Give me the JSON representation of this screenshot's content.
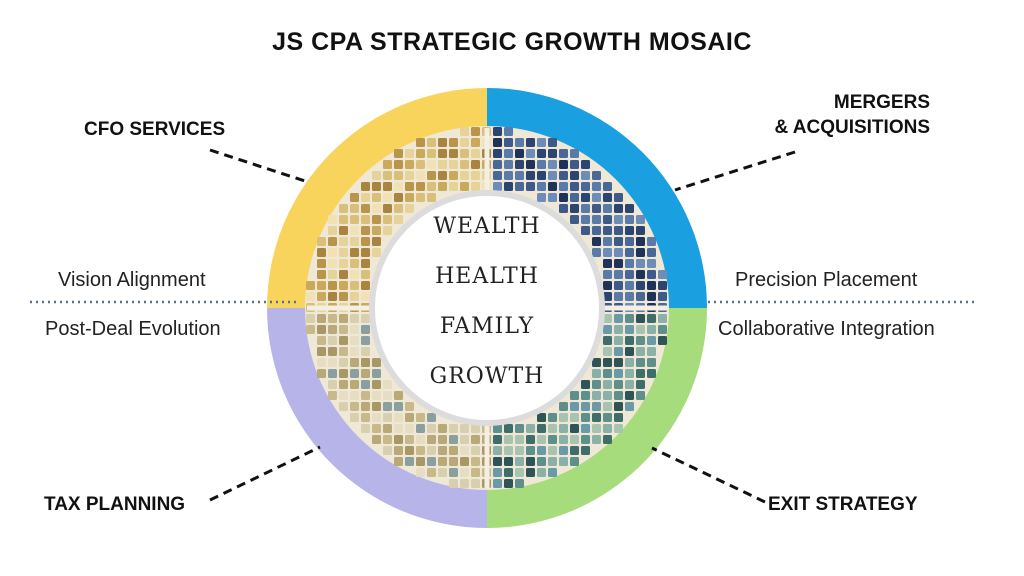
{
  "title": "JS CPA STRATEGIC GROWTH MOSAIC",
  "segments": {
    "cfo": {
      "label": "CFO SERVICES",
      "color": "#F9D45C"
    },
    "ma": {
      "label": "MERGERS\n& ACQUISITIONS",
      "color": "#1A9FE0"
    },
    "tax": {
      "label": "TAX PLANNING",
      "color": "#B7B4EA"
    },
    "exit": {
      "label": "EXIT STRATEGY",
      "color": "#A6DC7C"
    }
  },
  "sublabels": {
    "vision": "Vision Alignment",
    "post_deal": "Post-Deal Evolution",
    "precision": "Precision Placement",
    "collab": "Collaborative Integration"
  },
  "center_words": [
    "WEALTH",
    "HEALTH",
    "FAMILY",
    "GROWTH"
  ],
  "mosaic_palettes": {
    "tl": [
      "#d9c07a",
      "#c9a95a",
      "#e6d39a",
      "#b8954a",
      "#f0e2b5",
      "#a88440"
    ],
    "tr": [
      "#3e5a8a",
      "#2c4470",
      "#5a7aa8",
      "#1f3358",
      "#6d8cb8",
      "#4a6896"
    ],
    "bl": [
      "#d8cfae",
      "#c8b98a",
      "#b9a878",
      "#e6ddc2",
      "#a89866",
      "#8aa0a0"
    ],
    "br": [
      "#5e8f8a",
      "#3f6e6a",
      "#8ab0a8",
      "#2f5458",
      "#a8c4b0",
      "#6a9aa8"
    ]
  }
}
